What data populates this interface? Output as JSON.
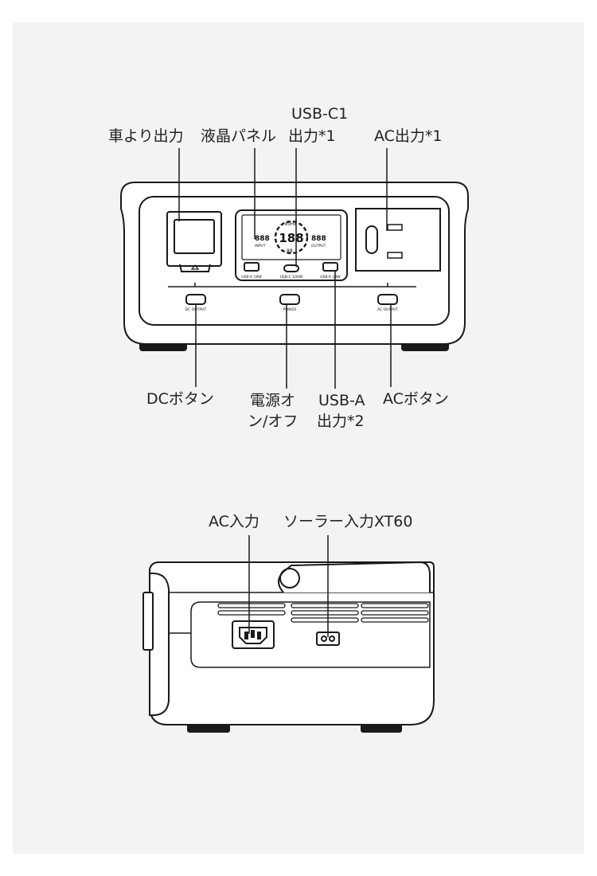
{
  "front": {
    "labels": {
      "car_output": "車より出力",
      "lcd_panel": "液晶パネル",
      "usb_c1_line1": "USB-C1",
      "usb_c1_line2": "出力*1",
      "ac_output": "AC出力*1",
      "dc_button": "DCボタン",
      "power_line1": "電源オ",
      "power_line2": "ン/オフ",
      "usb_a_line1": "USB-A",
      "usb_a_line2": "出力*2",
      "ac_button": "ACボタン"
    },
    "device_text": {
      "usb_a_18w_left": "USB-A 18W",
      "usb_c_100w": "USB-C 100W",
      "usb_a_18w_right": "USB-A 18W",
      "dc_output": "DC OUTPUT",
      "power": "POWER",
      "ac_output": "AC OUTPUT",
      "lcd_digits_center": "188",
      "lcd_digits_left": "888",
      "lcd_digits_right": "888",
      "lcd_input": "INPUT",
      "lcd_output": "OUTPUT",
      "lcd_hz": "80Hz",
      "lcd_small": "88"
    }
  },
  "side": {
    "labels": {
      "ac_input": "AC入力",
      "solar_input": "ソーラー入力XT60"
    }
  }
}
